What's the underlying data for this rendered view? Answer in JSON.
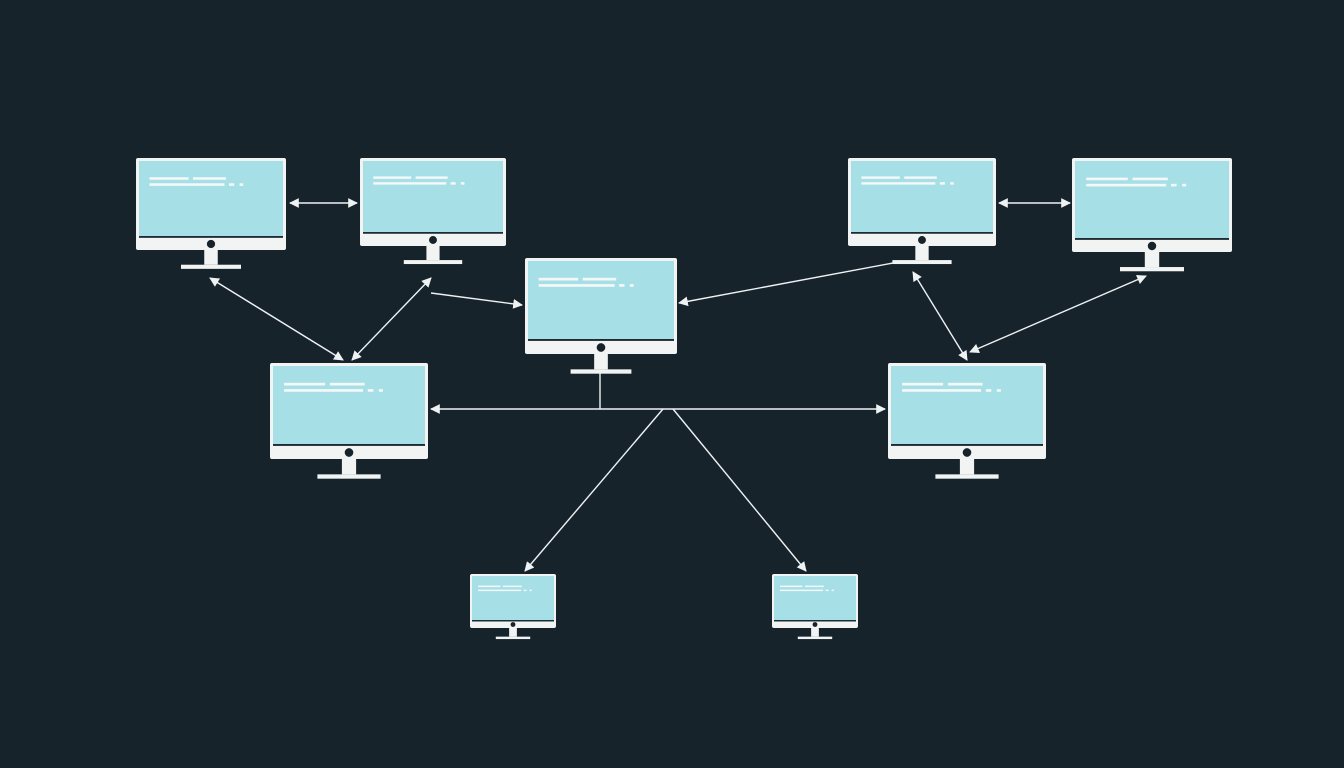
{
  "diagram": {
    "background": "#17232b",
    "frame_color": "#f2f4f4",
    "screen_color": "#a6dfe6",
    "line_color": "#eef2f3",
    "placeholder_color": "#f4f8f8",
    "nodes": [
      {
        "id": "top-left-1"
      },
      {
        "id": "top-left-2"
      },
      {
        "id": "center-top"
      },
      {
        "id": "top-right-1"
      },
      {
        "id": "top-right-2"
      },
      {
        "id": "mid-left"
      },
      {
        "id": "mid-right"
      },
      {
        "id": "bottom-left"
      },
      {
        "id": "bottom-right"
      }
    ],
    "connections": [
      {
        "from": "top-left-1",
        "to": "top-left-2",
        "direction": "both"
      },
      {
        "from": "top-right-1",
        "to": "top-right-2",
        "direction": "both"
      },
      {
        "from": "mid-left",
        "to": "top-left-1",
        "direction": "both"
      },
      {
        "from": "mid-left",
        "to": "top-left-2",
        "direction": "both"
      },
      {
        "from": "top-left-2",
        "to": "center-top",
        "direction": "forward"
      },
      {
        "from": "top-right-1",
        "to": "center-top",
        "direction": "forward"
      },
      {
        "from": "mid-right",
        "to": "top-right-1",
        "direction": "both"
      },
      {
        "from": "mid-right",
        "to": "top-right-2",
        "direction": "both"
      },
      {
        "from": "mid-left",
        "to": "mid-right",
        "direction": "both"
      },
      {
        "from": "center-top",
        "to": "bus-junction",
        "direction": "none"
      },
      {
        "from": "bus-junction",
        "to": "bottom-left",
        "direction": "forward"
      },
      {
        "from": "bus-junction",
        "to": "bottom-right",
        "direction": "forward"
      }
    ]
  }
}
